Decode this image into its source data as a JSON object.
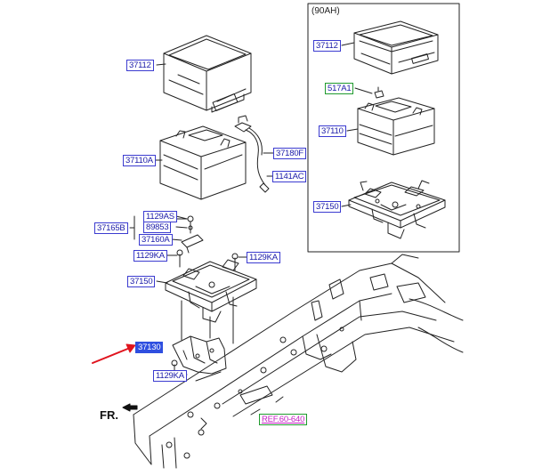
{
  "inset": {
    "title": "(90AH)"
  },
  "front_label": "FR.",
  "labels": {
    "l_37112_main": "37112",
    "l_37110A": "37110A",
    "l_37180F": "37180F",
    "l_1141AC": "1141AC",
    "l_1129AS": "1129AS",
    "l_89853": "89853",
    "l_37165B": "37165B",
    "l_37160A": "37160A",
    "l_1129KA_left": "1129KA",
    "l_1129KA_right": "1129KA",
    "l_37150_main": "37150",
    "l_37130": "37130",
    "l_1129KA_bottom": "1129KA",
    "l_ref": "REF.60-640",
    "l_37112_inset": "37112",
    "l_517A1": "517A1",
    "l_37110_inset": "37110",
    "l_37150_inset": "37150"
  },
  "colors": {
    "label_text": "#1a1aa8",
    "label_border": "#3b3bd0",
    "label_border_green": "#1f9a2e",
    "highlight": "#2f4fe0",
    "ref_text": "#c41ec4",
    "pointer_arrow": "#e0141e",
    "line": "#222222"
  }
}
